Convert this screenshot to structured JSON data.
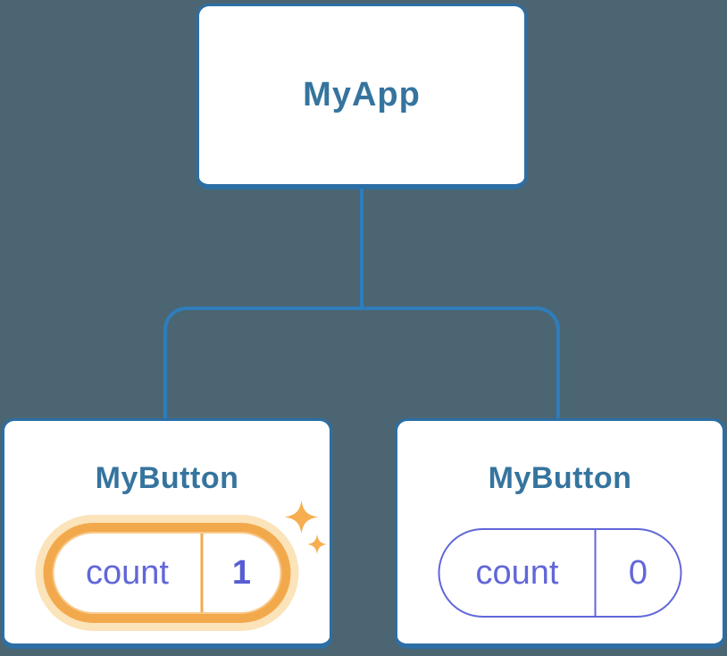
{
  "colors": {
    "bg": "#4B6672",
    "line": "#2F7DBD",
    "card-border": "#2C6EA6",
    "card-bg": "#FFFFFF",
    "heading": "#35749E",
    "indigo": "#6167D8",
    "indigo-strong": "#575DD2",
    "orange": "#F2A94C",
    "orange-glow": "#FBE3BA",
    "orange-inner": "#F9CA8C",
    "sparkle": "#F6AE50"
  },
  "diagram": {
    "type": "component-tree",
    "root": {
      "label": "MyApp"
    },
    "children": [
      {
        "label": "MyButton",
        "state": {
          "key": "count",
          "value": "1"
        },
        "highlighted": true
      },
      {
        "label": "MyButton",
        "state": {
          "key": "count",
          "value": "0"
        },
        "highlighted": false
      }
    ]
  }
}
